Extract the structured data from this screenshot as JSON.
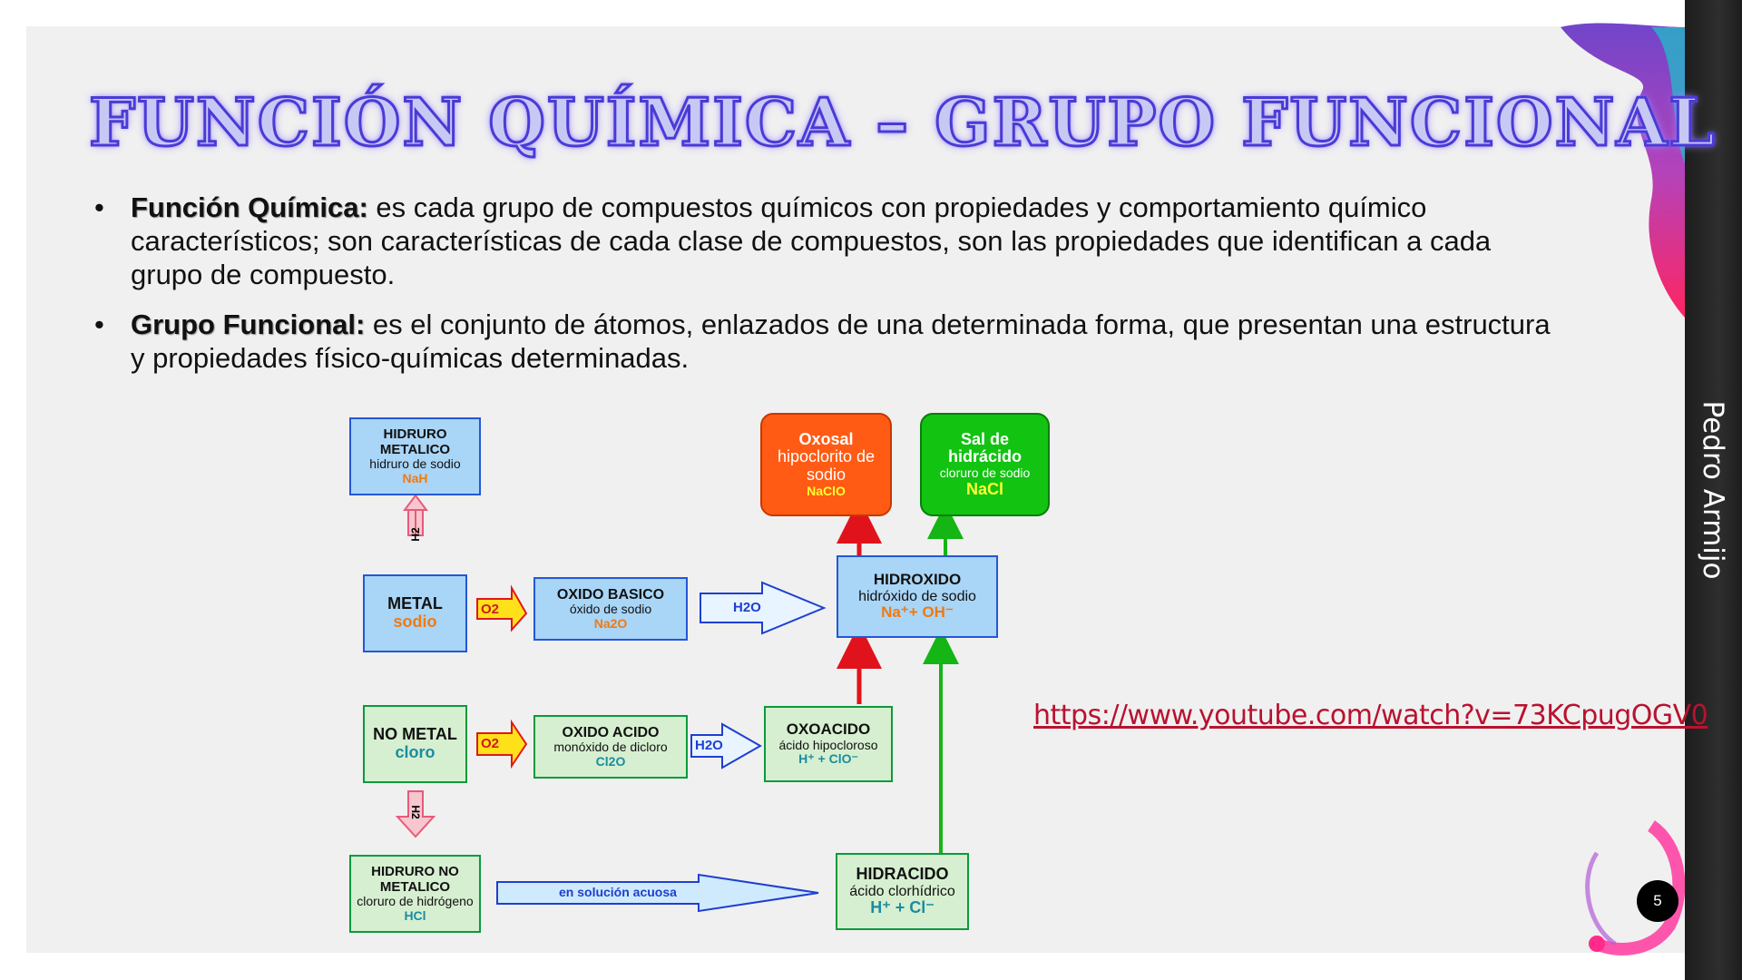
{
  "slide": {
    "title": "FUNCIÓN QUÍMICA – GRUPO FUNCIONAL",
    "bullets": [
      {
        "term": "Función Química:",
        "text": " es cada grupo de compuestos químicos con propiedades y comportamiento químico característicos; son características de cada clase de compuestos, son las propiedades que identifican a cada grupo de compuesto."
      },
      {
        "term": "Grupo Funcional:",
        "text": " es el conjunto de átomos, enlazados de una determinada forma, que presentan una estructura y propiedades físico-químicas determinadas."
      }
    ],
    "link": "https://www.youtube.com/watch?v=73KCpugOGV0",
    "author": "Pedro Armijo",
    "page_number": "5"
  },
  "diagram": {
    "hidruro_metalico": {
      "title": "HIDRURO METALICO",
      "sub": "hidruro de sodio",
      "formula": "NaH"
    },
    "metal": {
      "title": "METAL",
      "sub": "sodio"
    },
    "oxido_basico": {
      "title": "OXIDO BASICO",
      "sub": "óxido de sodio",
      "formula": "Na2O"
    },
    "hidroxido": {
      "title": "HIDROXIDO",
      "sub": "hidróxido de sodio",
      "formula": "Na⁺+ OH⁻"
    },
    "oxosal": {
      "title": "Oxosal",
      "sub": "hipoclorito de sodio",
      "formula": "NaClO"
    },
    "sal_hidracido": {
      "title": "Sal de hidrácido",
      "sub": "cloruro de sodio",
      "formula": "NaCl"
    },
    "no_metal": {
      "title": "NO METAL",
      "sub": "cloro"
    },
    "oxido_acido": {
      "title": "OXIDO ACIDO",
      "sub": "monóxido de dicloro",
      "formula": "Cl2O"
    },
    "oxoacido": {
      "title": "OXOACIDO",
      "sub": "ácido hipocloroso",
      "formula": "H⁺ + ClO⁻"
    },
    "hidruro_no_metalico": {
      "title": "HIDRURO NO METALICO",
      "sub": "cloruro de hidrógeno",
      "formula": "HCl"
    },
    "hidracido": {
      "title": "HIDRACIDO",
      "sub": "ácido clorhídrico",
      "formula": "H⁺ + Cl⁻"
    },
    "o2_label": "O2",
    "h2_label": "H2",
    "h2o_label": "H2O",
    "solucion_label": "en solución acuosa"
  }
}
